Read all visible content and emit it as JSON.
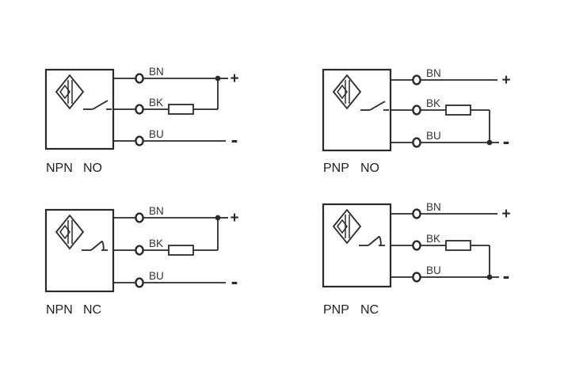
{
  "colors": {
    "background": "#ffffff",
    "line": "#2a2a2a",
    "label_text": "#333333",
    "title_text": "#1f1f1f"
  },
  "diagrams": [
    {
      "id": "npn-no",
      "transistor_type": "NPN",
      "contact_type": "NO",
      "title_words": [
        "NPN",
        "NO"
      ],
      "wire_labels": [
        "BN",
        "BK",
        "BU"
      ],
      "positive_terminal": "+",
      "negative_terminal": "-"
    },
    {
      "id": "pnp-no",
      "transistor_type": "PNP",
      "contact_type": "NO",
      "title_words": [
        "PNP",
        "NO"
      ],
      "wire_labels": [
        "BN",
        "BK",
        "BU"
      ],
      "positive_terminal": "+",
      "negative_terminal": "-"
    },
    {
      "id": "npn-nc",
      "transistor_type": "NPN",
      "contact_type": "NC",
      "title_words": [
        "NPN",
        "NC"
      ],
      "wire_labels": [
        "BN",
        "BK",
        "BU"
      ],
      "positive_terminal": "+",
      "negative_terminal": "-"
    },
    {
      "id": "pnp-nc",
      "transistor_type": "PNP",
      "contact_type": "NC",
      "title_words": [
        "PNP",
        "NC"
      ],
      "wire_labels": [
        "BN",
        "BK",
        "BU"
      ],
      "positive_terminal": "+",
      "negative_terminal": "-"
    }
  ]
}
